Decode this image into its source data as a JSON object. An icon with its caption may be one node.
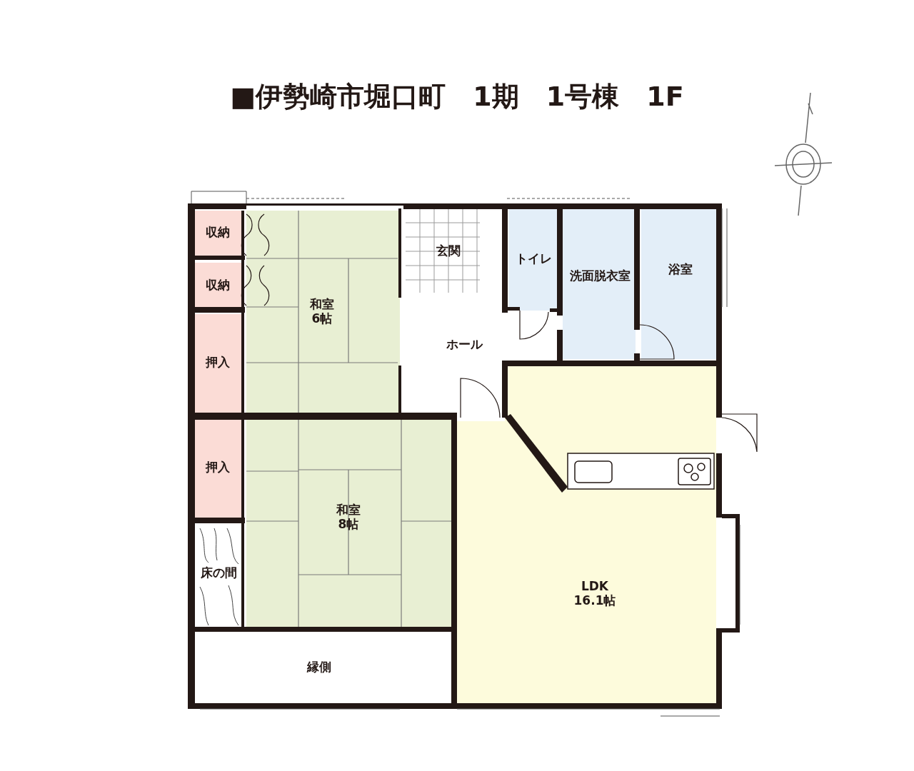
{
  "diagram": {
    "title": "■伊勢崎市堀口町　1期　1号棟　1F",
    "nodes": [
      {
        "text": [
          "収納"
        ]
      },
      {
        "text": [
          "収納"
        ]
      },
      {
        "text": [
          "玄関"
        ]
      },
      {
        "text": [
          "トイレ"
        ]
      },
      {
        "text": [
          "洗面脱衣室"
        ]
      },
      {
        "text": [
          "浴室"
        ]
      },
      {
        "text": [
          "和室",
          "6帖"
        ]
      },
      {
        "text": [
          "押入"
        ]
      },
      {
        "text": [
          "ホール"
        ]
      },
      {
        "text": [
          "押入"
        ]
      },
      {
        "text": [
          "和室",
          "8帖"
        ]
      },
      {
        "text": [
          "LDK",
          "16.1帖"
        ]
      },
      {
        "text": [
          "床の間"
        ]
      },
      {
        "text": [
          "縁側"
        ]
      }
    ]
  }
}
